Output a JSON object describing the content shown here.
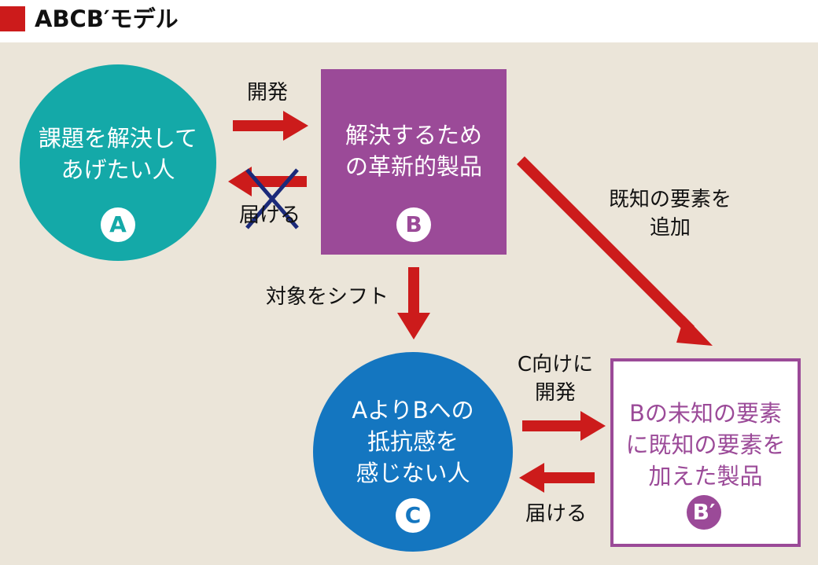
{
  "header": {
    "title": "ABCB′モデル"
  },
  "colors": {
    "accent_red": "#cc1b1b",
    "node_a": "#14a9a8",
    "node_b": "#9b4a98",
    "node_c": "#1476c0",
    "node_b_prime_border": "#9b4a98",
    "cross_mark": "#1b2a7a"
  },
  "nodes": {
    "a": {
      "line1": "課題を解決して",
      "line2": "あげたい人",
      "badge": "A"
    },
    "b": {
      "line1": "解決するため",
      "line2": "の革新的製品",
      "badge": "B"
    },
    "c": {
      "line1": "AよりBへの",
      "line2": "抵抗感を",
      "line3": "感じない人",
      "badge": "C"
    },
    "b_prime": {
      "line1": "Bの未知の要素",
      "line2": "に既知の要素を",
      "line3": "加えた製品",
      "badge": "B′"
    }
  },
  "edges": {
    "a_to_b": "開発",
    "b_to_a": "届ける",
    "b_to_c": "対象をシフト",
    "b_to_bprime_line1": "既知の要素を",
    "b_to_bprime_line2": "追加",
    "c_to_bprime_line1": "C向けに",
    "c_to_bprime_line2": "開発",
    "bprime_to_c": "届ける"
  }
}
